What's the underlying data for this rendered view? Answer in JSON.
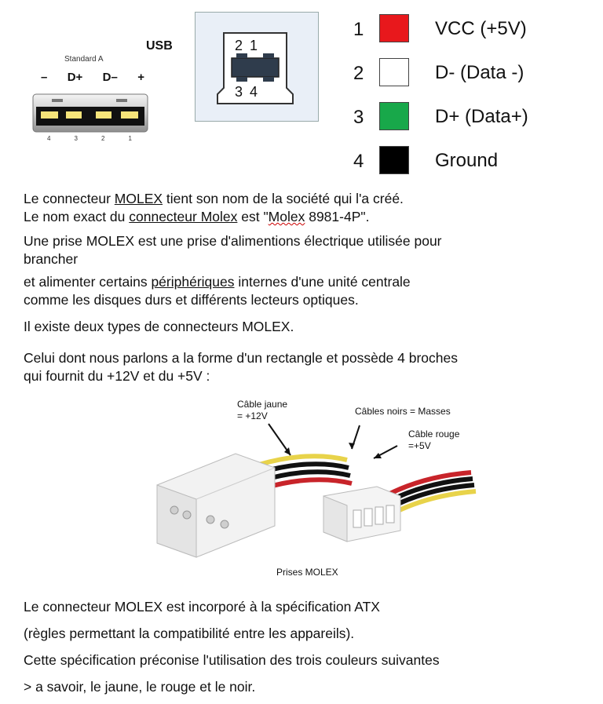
{
  "usb": {
    "title": "USB",
    "standard_a_label": "Standard A",
    "pin_symbols": [
      "–",
      "D+",
      "D–",
      "+"
    ],
    "a_pin_numbers": [
      "4",
      "3",
      "2",
      "1"
    ],
    "b_top_numbers": "2 1",
    "b_bottom_numbers": "3 4"
  },
  "legend": [
    {
      "num": "1",
      "color": "#e8181c",
      "label": "VCC (+5V)"
    },
    {
      "num": "2",
      "color": "#ffffff",
      "label": "D- (Data -)"
    },
    {
      "num": "3",
      "color": "#18a84a",
      "label": "D+ (Data+)"
    },
    {
      "num": "4",
      "color": "#000000",
      "label": "Ground"
    }
  ],
  "text": {
    "l1_a": "Le connecteur ",
    "l1_b": "MOLEX",
    "l1_c": " tient son nom de la société qui l'a créé.",
    "l2_a": "Le nom exact du ",
    "l2_b": "connecteur Molex",
    "l2_c": " est \"",
    "l2_d": "Molex",
    "l2_e": " 8981-4P\".",
    "l3": "Une prise MOLEX est une prise d'alimentions électrique utilisée pour",
    "l4": "brancher",
    "l5_a": "et alimenter certains ",
    "l5_b": "périphériques",
    "l5_c": " internes d'une unité centrale",
    "l6": "comme les  disques durs et différents lecteurs optiques.",
    "l7": "Il existe deux types de connecteurs MOLEX.",
    "l8": "Celui dont nous parlons a la forme d'un rectangle et possède 4 broches",
    "l9": "qui fournit du +12V et du +5V :",
    "l10": "Le connecteur MOLEX est incorporé à la spécification ATX",
    "l11": "(règles permettant la compatibilité entre les appareils).",
    "l12": "Cette spécification préconise l'utilisation des trois couleurs suivantes",
    "l13": "> a savoir, le jaune, le rouge et le noir."
  },
  "photo": {
    "cable_jaune_1": "Câble jaune",
    "cable_jaune_2": "= +12V",
    "cables_noirs": "Câbles noirs = Masses",
    "cable_rouge_1": "Câble rouge",
    "cable_rouge_2": "=+5V",
    "caption": "Prises MOLEX"
  }
}
